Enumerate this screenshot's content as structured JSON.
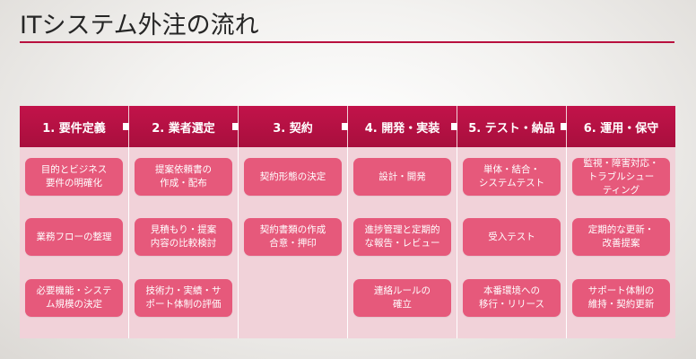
{
  "title": "ITシステム外注の流れ",
  "colors": {
    "header": "#b8103e",
    "card": "#e6597b",
    "board": "#f1d2d9"
  },
  "columns": [
    {
      "header": "1. 要件定義",
      "cards": [
        {
          "text": "目的とビジネス\n要件の明確化",
          "row": 0
        },
        {
          "text": "業務フローの整理",
          "row": 1
        },
        {
          "text": "必要機能・システ\nム規模の決定",
          "row": 2
        }
      ]
    },
    {
      "header": "2. 業者選定",
      "cards": [
        {
          "text": "提案依頼書の\n作成・配布",
          "row": 0
        },
        {
          "text": "見積もり・提案\n内容の比較検討",
          "row": 1
        },
        {
          "text": "技術力・実績・サ\nポート体制の評価",
          "row": 2
        }
      ]
    },
    {
      "header": "3. 契約",
      "cards": [
        {
          "text": "契約形態の決定",
          "row": 0
        },
        {
          "text": "契約書類の作成\n合意・押印",
          "row": 1
        }
      ]
    },
    {
      "header": "4. 開発・実装",
      "cards": [
        {
          "text": "設計・開発",
          "row": 0
        },
        {
          "text": "進捗管理と定期的\nな報告・レビュー",
          "row": 1
        },
        {
          "text": "連絡ルールの\n確立",
          "row": 2
        }
      ]
    },
    {
      "header": "5. テスト・納品",
      "cards": [
        {
          "text": "単体・結合・\nシステムテスト",
          "row": 0
        },
        {
          "text": "受入テスト",
          "row": 1
        },
        {
          "text": "本番環境への\n移行・リリース",
          "row": 2
        }
      ]
    },
    {
      "header": "6. 運用・保守",
      "cards": [
        {
          "text": "監視・障害対応・\nトラブルシュー\nティング",
          "row": 0
        },
        {
          "text": "定期的な更新・\n改善提案",
          "row": 1
        },
        {
          "text": "サポート体制の\n維持・契約更新",
          "row": 2
        }
      ]
    }
  ]
}
